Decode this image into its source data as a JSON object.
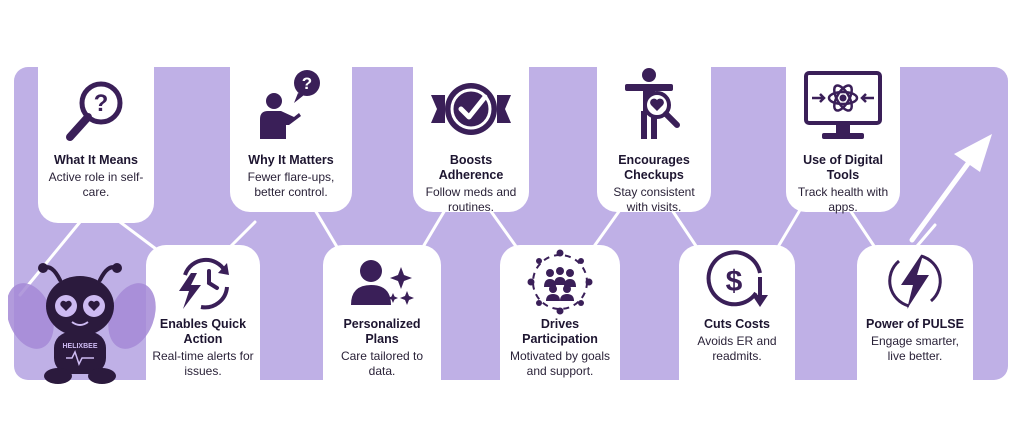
{
  "colors": {
    "band": "#bfb0e6",
    "purple": "#3a1f58",
    "card": "#ffffff"
  },
  "steps": [
    {
      "title": "What It Means",
      "desc": "Active role in self-care.",
      "icon": "magnifier-question-icon"
    },
    {
      "title": "Why It Matters",
      "desc": "Fewer flare-ups, better control.",
      "icon": "person-question-icon"
    },
    {
      "title": "Boosts Adherence",
      "desc": "Follow meds and routines.",
      "icon": "check-badge-icon"
    },
    {
      "title": "Encourages Checkups",
      "desc": "Stay consistent with visits.",
      "icon": "person-heart-magnifier-icon"
    },
    {
      "title": "Use of Digital Tools",
      "desc": "Track health with apps.",
      "icon": "monitor-atom-icon"
    },
    {
      "title": "Enables Quick Action",
      "desc": "Real-time alerts for issues.",
      "icon": "lightning-clock-icon"
    },
    {
      "title": "Personalized Plans",
      "desc": "Care tailored to data.",
      "icon": "person-sparkles-icon"
    },
    {
      "title": "Drives Participation",
      "desc": "Motivated by goals and support.",
      "icon": "group-circle-icon"
    },
    {
      "title": "Cuts Costs",
      "desc": "Avoids ER and readmits.",
      "icon": "dollar-down-icon"
    },
    {
      "title": "Power of PULSE",
      "desc": "Engage smarter, live better.",
      "icon": "lightning-circle-icon"
    }
  ],
  "mascot": {
    "badge": "HELIXBEE",
    "icon": "bee-mascot-icon"
  },
  "arrow_icon": "rising-arrow-icon"
}
